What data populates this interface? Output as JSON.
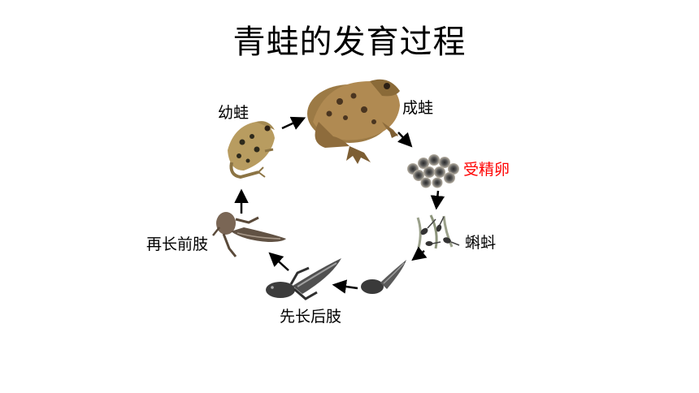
{
  "title": "青蛙的发育过程",
  "stages": {
    "adult_frog": "成蛙",
    "fertilized_egg": "受精卵",
    "tadpole": "蝌蚪",
    "hind_legs": "先长后肢",
    "front_legs": "再长前肢",
    "young_frog": "幼蛙"
  },
  "colors": {
    "highlight": "#ff0000",
    "text": "#000000",
    "arrow": "#000000"
  }
}
